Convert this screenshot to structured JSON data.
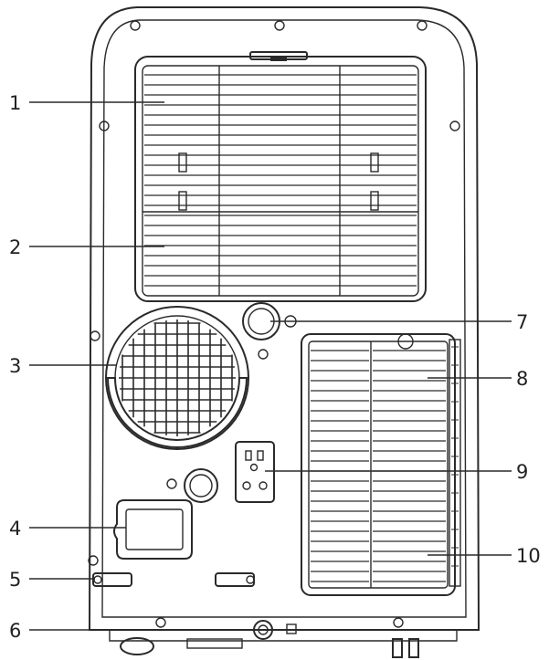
{
  "callouts": [
    {
      "id": "1",
      "label": "1"
    },
    {
      "id": "2",
      "label": "2"
    },
    {
      "id": "3",
      "label": "3"
    },
    {
      "id": "4",
      "label": "4"
    },
    {
      "id": "5",
      "label": "5"
    },
    {
      "id": "6",
      "label": "6"
    },
    {
      "id": "7",
      "label": "7"
    },
    {
      "id": "8",
      "label": "8"
    },
    {
      "id": "9",
      "label": "9"
    },
    {
      "id": "10",
      "label": "10"
    }
  ],
  "colors": {
    "line": "#2a2a2a",
    "background": "#ffffff"
  }
}
